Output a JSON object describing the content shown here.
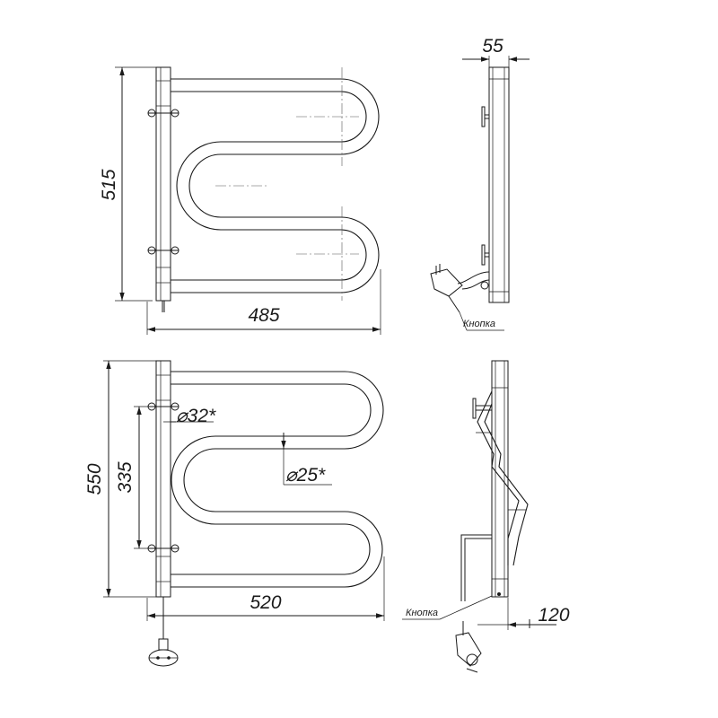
{
  "dimensions": {
    "top_front_height": "515",
    "top_front_width": "485",
    "top_side_depth": "55",
    "bottom_front_height": "550",
    "bottom_front_mount_spacing": "335",
    "bottom_front_width": "520",
    "bottom_side_depth": "120",
    "outer_pipe_diameter": "⌀32*",
    "inner_pipe_diameter": "⌀25*"
  },
  "callouts": {
    "button_top": "Кнопка",
    "button_bottom": "Кнопка"
  },
  "colors": {
    "line": "#1a1a1a",
    "background": "#ffffff"
  }
}
